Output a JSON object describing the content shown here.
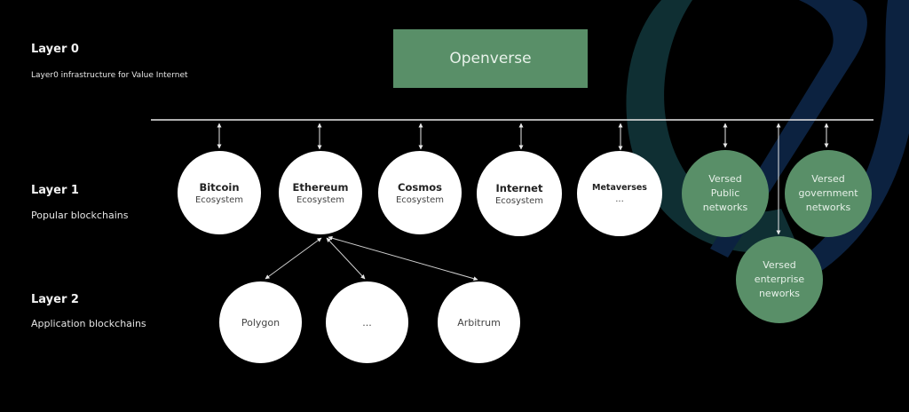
{
  "layers": [
    {
      "title": "Layer 0",
      "description": "Layer0 infrastructure for Value Internet"
    },
    {
      "title": "Layer 1",
      "description": "Popular blockchains"
    },
    {
      "title": "Layer 2",
      "description": "Application blockchains"
    }
  ],
  "top_node": {
    "label": "Openverse"
  },
  "layer1_nodes": [
    {
      "title": "Bitcoin",
      "subtitle": "Ecosystem"
    },
    {
      "title": "Ethereum",
      "subtitle": "Ecosystem"
    },
    {
      "title": "Cosmos",
      "subtitle": "Ecosystem"
    },
    {
      "title": "Internet",
      "subtitle": "Ecosystem"
    },
    {
      "title": "Metaverses",
      "subtitle": "..."
    }
  ],
  "versed_nodes": [
    {
      "lines": [
        "Versed",
        "Public",
        "networks"
      ]
    },
    {
      "lines": [
        "Versed",
        "government",
        "networks"
      ]
    },
    {
      "lines": [
        "Versed",
        "enterprise",
        "neworks"
      ]
    }
  ],
  "layer2_nodes": [
    {
      "label": "Polygon"
    },
    {
      "label": "..."
    },
    {
      "label": "Arbitrum"
    }
  ],
  "colors": {
    "background": "#000000",
    "accent_green": "#598f68",
    "node_white": "#ffffff",
    "connector": "#e8e8e8",
    "deco_teal": "#0f2f33",
    "deco_navy": "#0c2240"
  }
}
